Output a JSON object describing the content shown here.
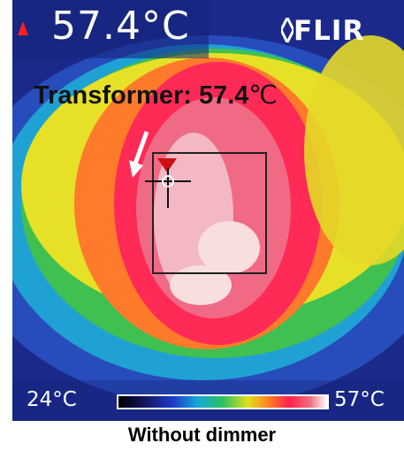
{
  "hud": {
    "temperature_readout": "57.4°C",
    "brand": "FLIR"
  },
  "annotation": {
    "label": "Transformer: 57.4",
    "unit": "℃"
  },
  "scale": {
    "min_label": "24°C",
    "max_label": "57°C"
  },
  "caption": "Without dimmer",
  "colors": {
    "cold": "#1b2a8a",
    "mid": "#e0e020",
    "hot": "#ff2050",
    "hottest": "#f8d8d8",
    "arrow": "#ffffff",
    "spot_marker": "#cc1010"
  },
  "icons": [
    "thermometer-icon",
    "flir-logo-icon",
    "pointer-arrow-icon",
    "spot-marker-icon",
    "crosshair-icon"
  ]
}
